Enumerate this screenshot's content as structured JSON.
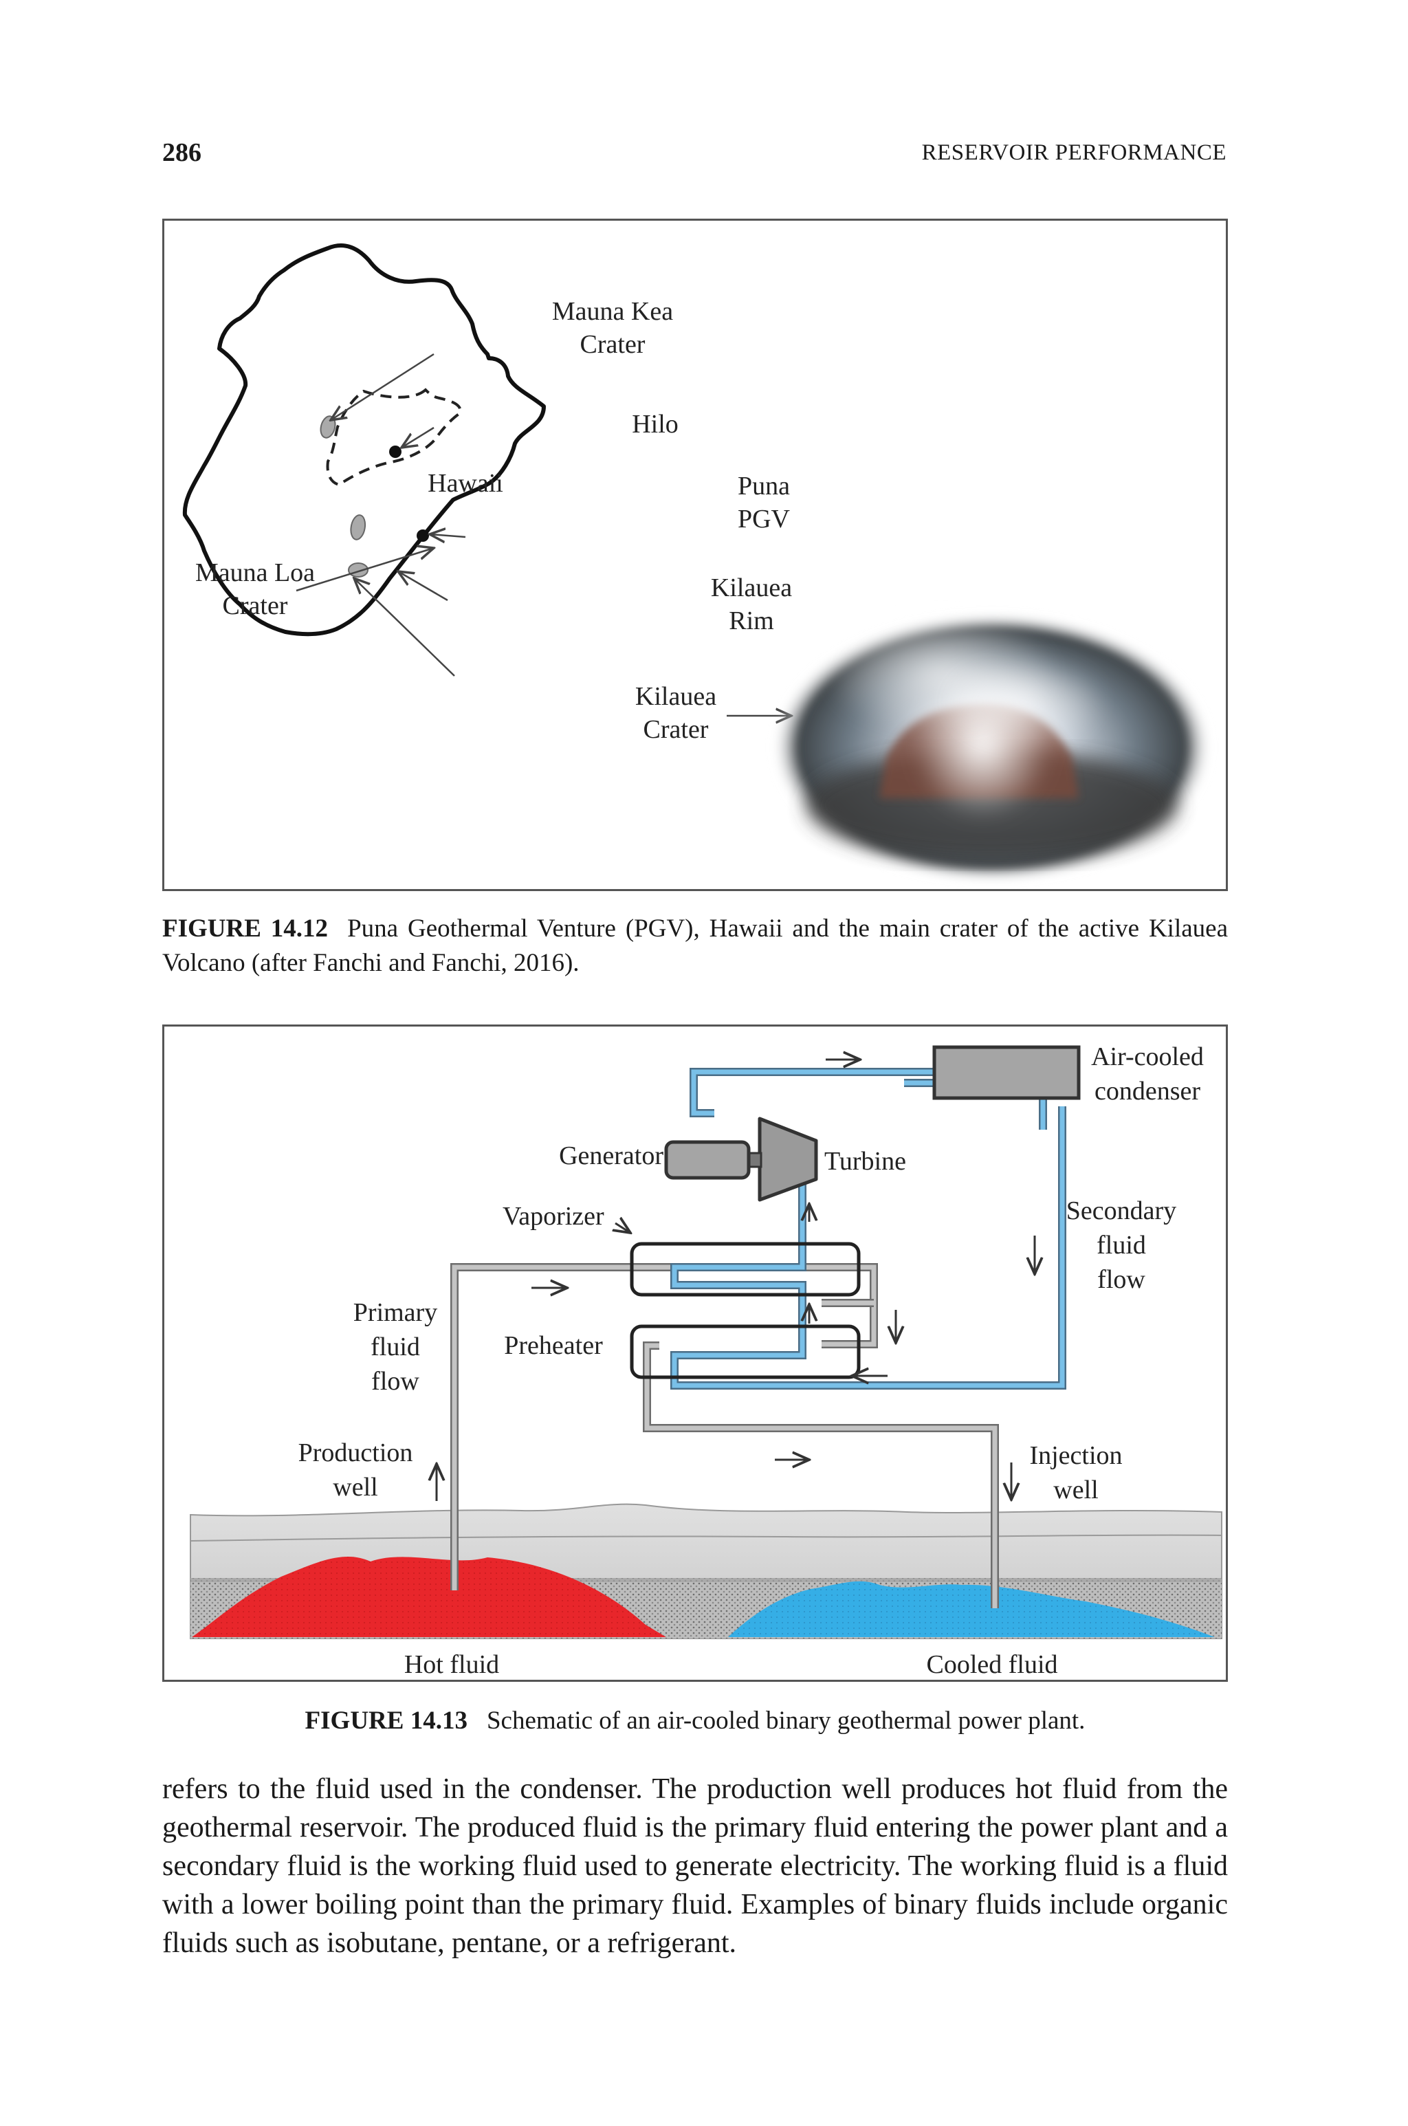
{
  "header": {
    "page_number": "286",
    "running_head": "RESERVOIR PERFORMANCE"
  },
  "figure_1": {
    "labels": {
      "mauna_kea_1": "Mauna Kea",
      "mauna_kea_2": "Crater",
      "hilo": "Hilo",
      "hawaii": "Hawaii",
      "puna_1": "Puna",
      "puna_2": "PGV",
      "mauna_loa_1": "Mauna Loa",
      "mauna_loa_2": "Crater",
      "kilauea_rim_1": "Kilauea",
      "kilauea_rim_2": "Rim",
      "kilauea_crater_1": "Kilauea",
      "kilauea_crater_2": "Crater"
    },
    "caption_label": "FIGURE 14.12",
    "caption_text": "Puna Geothermal Venture (PGV), Hawaii and the main crater of the active Kilauea Volcano (after Fanchi and Fanchi, 2016)."
  },
  "figure_2": {
    "labels": {
      "condenser_1": "Air-cooled",
      "condenser_2": "condenser",
      "generator": "Generator",
      "turbine": "Turbine",
      "vaporizer": "Vaporizer",
      "secondary_1": "Secondary",
      "secondary_2": "fluid",
      "secondary_3": "flow",
      "primary_1": "Primary",
      "primary_2": "fluid",
      "primary_3": "flow",
      "preheater": "Preheater",
      "production_1": "Production",
      "production_2": "well",
      "injection_1": "Injection",
      "injection_2": "well",
      "hot_fluid": "Hot fluid",
      "cooled_fluid": "Cooled fluid"
    },
    "colors": {
      "hot": "#e8262b",
      "cooled": "#35aee6",
      "primary_pipe": "#b8b8b8",
      "secondary_pipe": "#6fb7e0"
    },
    "caption_label": "FIGURE 14.13",
    "caption_text": "Schematic of an air-cooled binary geothermal power plant."
  },
  "body": {
    "paragraph": "refers to the fluid used in the condenser. The production well produces hot fluid from the geothermal reservoir. The produced fluid is the primary fluid entering the power plant and a secondary fluid is the working fluid used to generate electricity. The working fluid is a fluid with a lower boiling point than the primary fluid. Examples of binary fluids include organic fluids such as isobutane, pentane, or a refrigerant."
  }
}
